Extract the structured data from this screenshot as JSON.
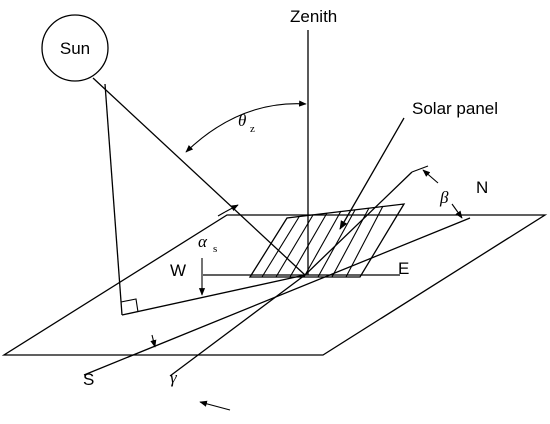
{
  "labels": {
    "sun": "Sun",
    "zenith": "Zenith",
    "solar_panel": "Solar panel",
    "north": "N",
    "east": "E",
    "west": "W",
    "south": "S"
  },
  "angles": {
    "theta_symbol": "θ",
    "theta_sub": "z",
    "alpha_symbol": "α",
    "alpha_sub": "s",
    "beta_symbol": "β",
    "gamma_symbol": "γ"
  }
}
